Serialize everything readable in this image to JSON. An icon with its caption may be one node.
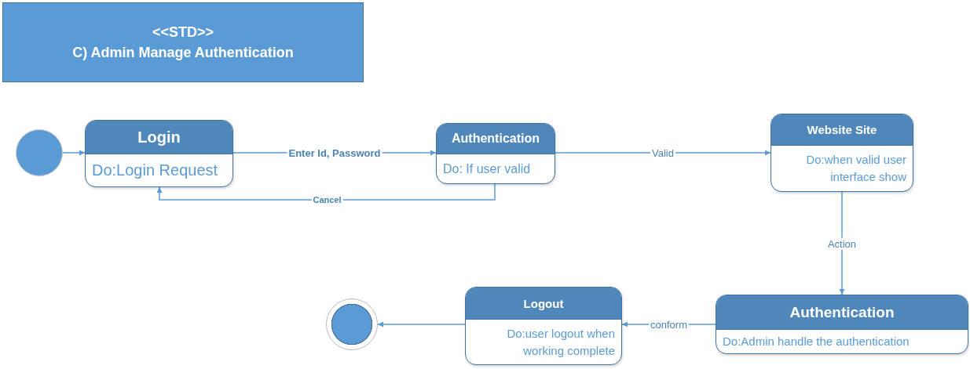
{
  "diagram": {
    "nodes": [
      {
        "text": [
          "<<STD>>",
          "C) Admin Manage Authentication"
        ]
      },
      {
        "text": [],
        "shape": "circle"
      },
      {
        "text": [
          "Login",
          "Do:Login Request"
        ]
      },
      {
        "text": [
          "Authentication",
          "Do: If user valid"
        ]
      },
      {
        "text": [
          "Website Site",
          "Do:when valid user interface show"
        ]
      },
      {
        "text": [
          "Authentication",
          "Do:Admin handle the authentication"
        ]
      },
      {
        "text": [
          "Logout",
          "Do:user logout when working complete"
        ]
      },
      {
        "text": [],
        "shape": "circle"
      }
    ],
    "edges": [
      {
        "from": 1,
        "to": 2,
        "arrow": "to"
      },
      {
        "from": 2,
        "to": 3,
        "label": "Enter Id, Password",
        "arrow": "to"
      },
      {
        "from": 3,
        "to": 2,
        "label": "Cancel",
        "arrow": "to"
      },
      {
        "from": 3,
        "to": 4,
        "label": "Valid",
        "arrow": "to"
      },
      {
        "from": 4,
        "to": 5,
        "label": "Action",
        "arrow": "to"
      },
      {
        "from": 5,
        "to": 6,
        "label": "conform",
        "arrow": "to"
      },
      {
        "from": 6,
        "to": 7,
        "arrow": "to"
      }
    ]
  }
}
